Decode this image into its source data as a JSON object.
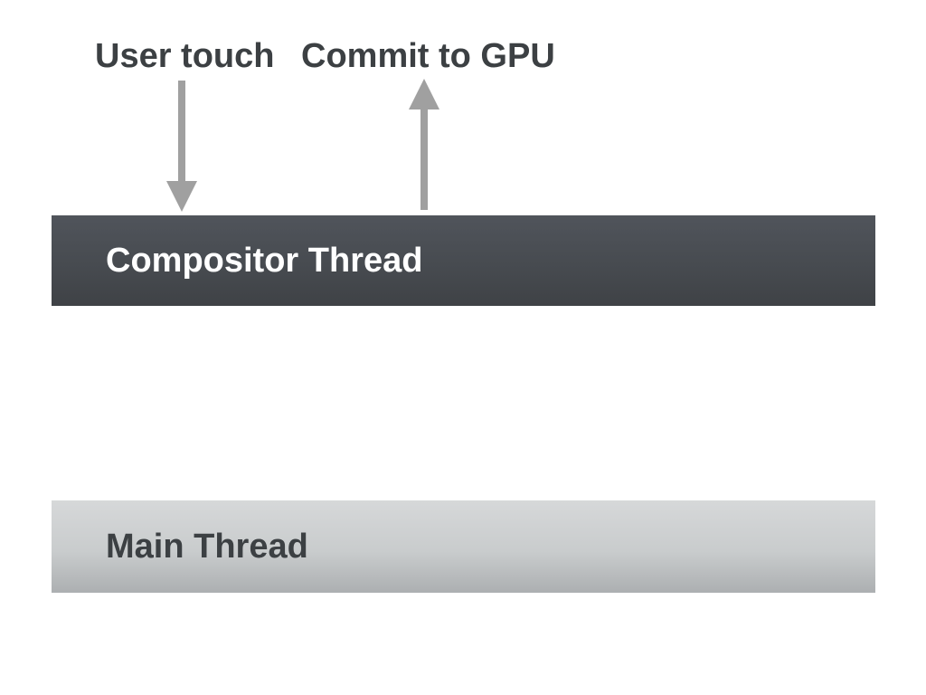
{
  "diagram": {
    "annotations": {
      "user_touch": {
        "label": "User touch",
        "arrow_direction": "down",
        "points_to": "Compositor Thread"
      },
      "commit_to_gpu": {
        "label": "Commit to GPU",
        "arrow_direction": "up",
        "points_from": "Compositor Thread"
      }
    },
    "bars": {
      "compositor": {
        "label": "Compositor Thread"
      },
      "main": {
        "label": "Main Thread"
      }
    },
    "colors": {
      "background": "#ffffff",
      "heading_text": "#3c4043",
      "arrow": "#a0a0a0",
      "compositor_bar_top": "#50545b",
      "compositor_bar_bottom": "#3f4246",
      "compositor_bar_text": "#ffffff",
      "main_bar_top": "#d6d8d9",
      "main_bar_bottom": "#acafb1",
      "main_bar_text": "#3c4043"
    }
  }
}
